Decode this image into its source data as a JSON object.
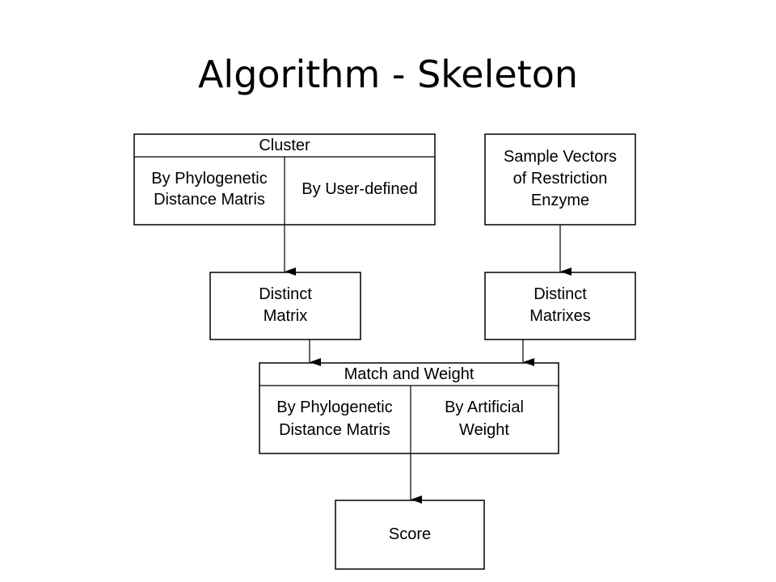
{
  "title": "Algorithm - Skeleton",
  "nodes": {
    "cluster": {
      "header": "Cluster",
      "left": [
        "By Phylogenetic",
        "Distance Matris"
      ],
      "right": [
        "By User-defined"
      ]
    },
    "sample_vectors": {
      "lines": [
        "Sample Vectors",
        "of Restriction",
        "Enzyme"
      ]
    },
    "distinct_matrix": {
      "lines": [
        "Distinct",
        "Matrix"
      ]
    },
    "distinct_matrixes": {
      "lines": [
        "Distinct",
        "Matrixes"
      ]
    },
    "match_weight": {
      "header": "Match and Weight",
      "left": [
        "By Phylogenetic",
        "Distance Matris"
      ],
      "right": [
        "By Artificial",
        "Weight"
      ]
    },
    "score": {
      "lines": [
        "Score"
      ]
    }
  }
}
